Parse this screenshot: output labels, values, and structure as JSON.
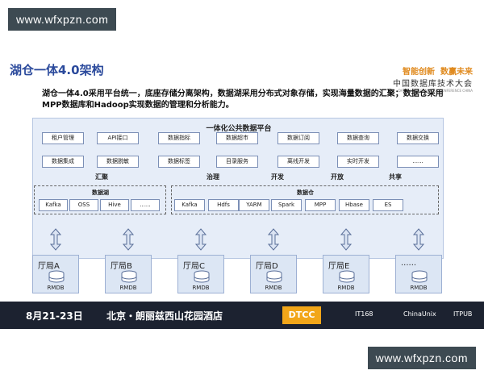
{
  "watermark": "www.wfxpzn.com",
  "slide": {
    "title": "湖仓一体4.0架构",
    "logo": {
      "slogan_a": "智能创新",
      "slogan_b": "数赢未来",
      "name": "中国数据库技术大会",
      "en": "DATABASE TECHNOLOGY CONFERENCE CHINA"
    },
    "description": "湖仓一体4.0采用平台统一，底座存储分离架构，数据湖采用分布式对象存储，实现海量数据的汇聚；数据仓采用MPP数据库和Hadoop实现数据的管理和分析能力。",
    "platform_title": "一体化公共数据平台",
    "row1": [
      "租户管理",
      "API接口",
      "数据指标",
      "数据超市",
      "数据订阅",
      "数据查询",
      "数据交换"
    ],
    "row2": [
      "数据集成",
      "数据脱敏",
      "数据标签",
      "目录服务",
      "离线开发",
      "实时开发",
      "......"
    ],
    "categories": [
      "汇聚",
      "治理",
      "开发",
      "开放",
      "共享"
    ],
    "lake": {
      "label": "数据湖",
      "tools": [
        "Kafka",
        "OSS",
        "Hive",
        "......"
      ]
    },
    "warehouse": {
      "label": "数据仓",
      "tools": [
        "Kafka",
        "Hdfs",
        "YARM",
        "Spark",
        "MPP",
        "Hbase",
        "ES"
      ]
    },
    "bureaus": [
      {
        "name": "厅局A",
        "db": "RMDB"
      },
      {
        "name": "厅局B",
        "db": "RMDB"
      },
      {
        "name": "厅局C",
        "db": "RMDB"
      },
      {
        "name": "厅局D",
        "db": "RMDB"
      },
      {
        "name": "厅局E",
        "db": "RMDB"
      },
      {
        "name": "......",
        "db": "RMDB"
      }
    ]
  },
  "banner": {
    "date": "8月21-23日",
    "venue": "北京・朗丽兹西山花园酒店",
    "event": "DTCC",
    "sponsors": [
      "IT168",
      "ChinaUnix",
      "ITPUB"
    ]
  },
  "colors": {
    "title": "#2b4a9c",
    "platform_bg": "#e6edf8",
    "accent": "#f2a619"
  }
}
